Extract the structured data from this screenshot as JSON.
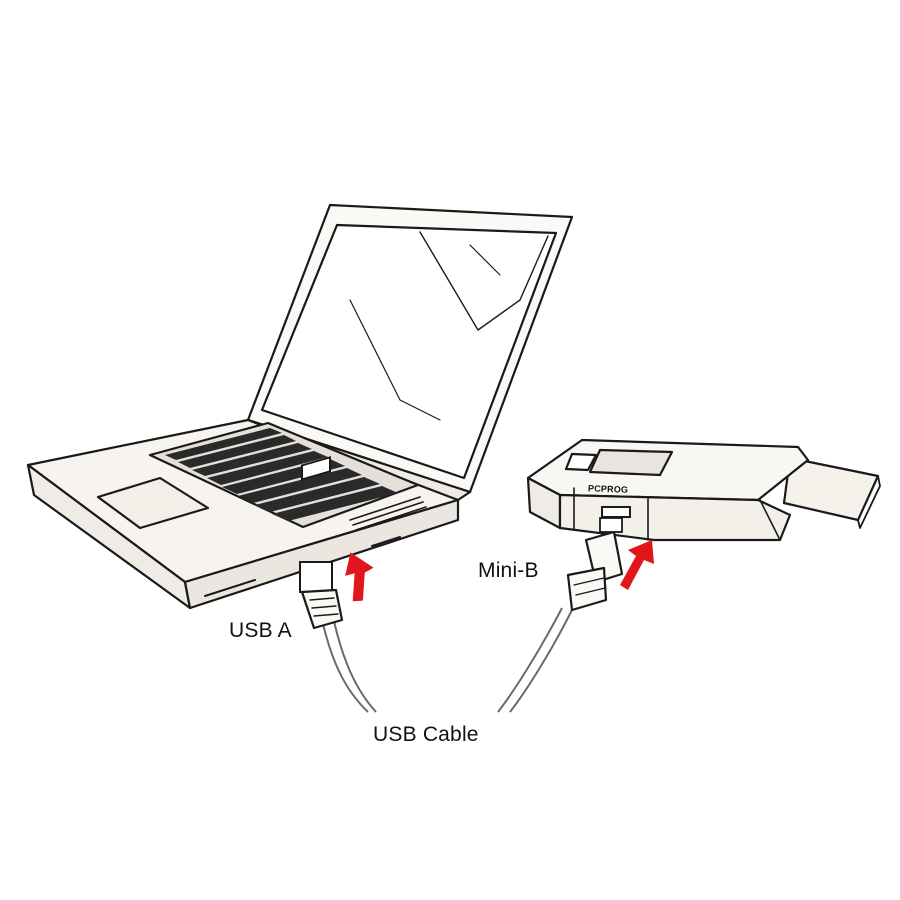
{
  "labels": {
    "usb_a": "USB A",
    "mini_b": "Mini-B",
    "usb_cable": "USB Cable",
    "device_marking": "PCPROG"
  },
  "colors": {
    "arrow": "#e0161c",
    "ink": "#1a1a1a",
    "paper": "#ffffff"
  },
  "icons": {
    "laptop": "laptop-icon",
    "dongle": "usb-dongle-icon",
    "arrow": "arrow-up-icon"
  }
}
